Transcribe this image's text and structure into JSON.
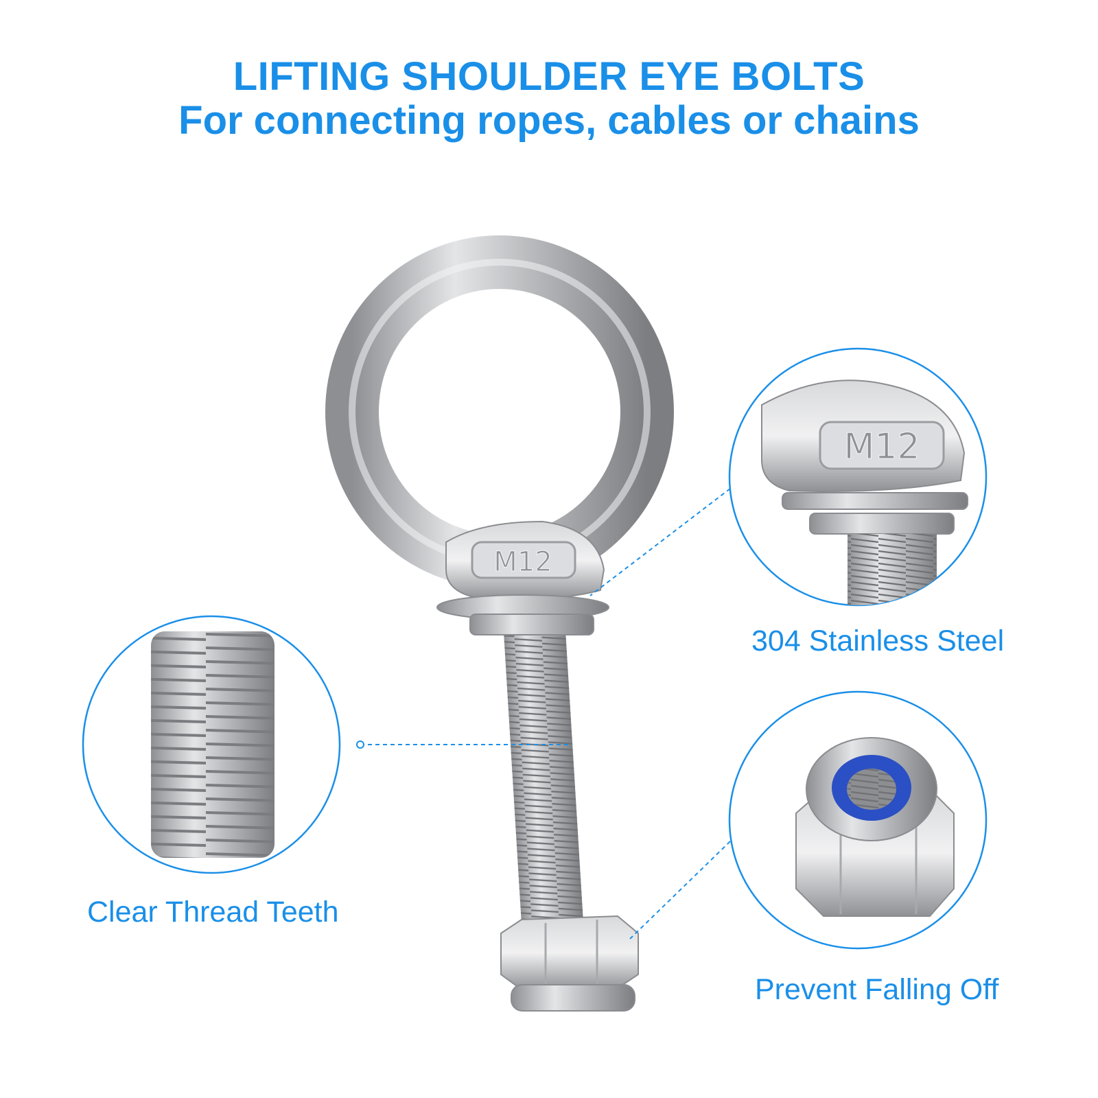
{
  "header": {
    "title": "LIFTING SHOULDER EYE BOLTS",
    "subtitle": "For connecting ropes, cables or chains"
  },
  "callouts": {
    "thread": "Clear Thread Teeth",
    "material": "304 Stainless Steel",
    "nut": "Prevent Falling Off"
  },
  "product": {
    "marking": "M12"
  },
  "colors": {
    "accent": "#1a8fe8",
    "nylon_insert": "#2b4fc4"
  }
}
